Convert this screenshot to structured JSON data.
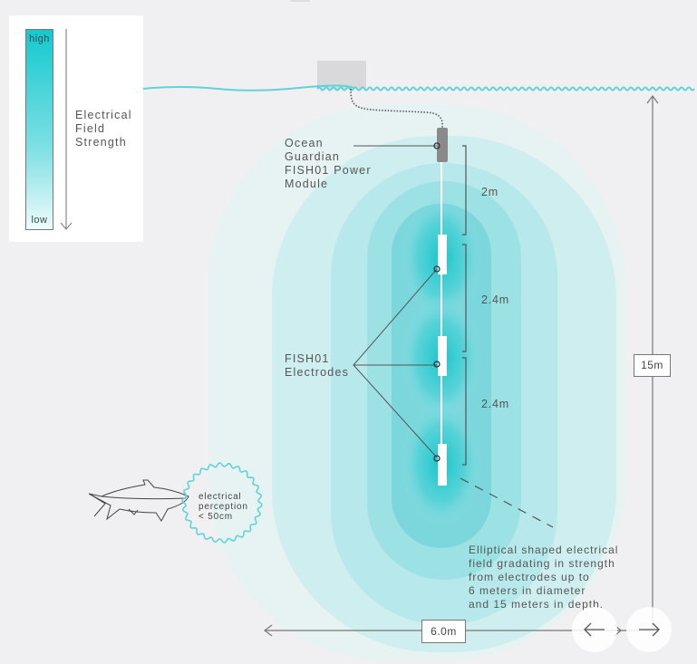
{
  "legend": {
    "high_label": "high",
    "low_label": "low",
    "title_lines": [
      "Electrical",
      "Field",
      "Strength"
    ],
    "gradient_colors": {
      "high": "#13c9cf",
      "low": "#eefbfc"
    }
  },
  "labels": {
    "power_module": [
      "Ocean",
      "Guardian",
      "FISH01 Power",
      "Module"
    ],
    "electrodes": [
      "FISH01",
      "Electrodes"
    ],
    "shark_perception": [
      "electrical",
      "perception",
      "< 50cm"
    ],
    "field_description": [
      "Elliptical shaped electrical",
      "field gradating in strength",
      "from electrodes up to",
      "6 meters in diameter",
      "and 15 meters in depth."
    ]
  },
  "dimensions": {
    "module_to_first_electrode": "2m",
    "electrode_gap_1": "2.4m",
    "electrode_gap_2": "2.4m",
    "depth": "15m",
    "diameter": "6.0m"
  },
  "colors": {
    "water_line": "#5fd3d9",
    "field_core": "#15c6cc",
    "module": "#8a8a8a",
    "buoy": "#d9d9db"
  },
  "nav": {
    "prev_icon": "arrow-left-icon",
    "next_icon": "arrow-right-icon"
  }
}
